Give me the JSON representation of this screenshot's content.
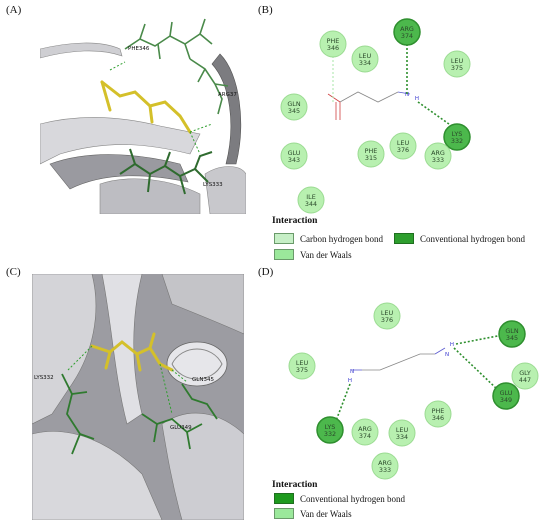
{
  "panels": {
    "A": {
      "label": "(A)",
      "residue_labels": [
        "PHE346",
        "ARG37",
        "LYS333"
      ]
    },
    "B": {
      "label": "(B)",
      "residues": [
        {
          "name": "PHE",
          "num": "346",
          "type": "vdw"
        },
        {
          "name": "ARG",
          "num": "374",
          "type": "conv"
        },
        {
          "name": "LEU",
          "num": "334",
          "type": "vdw"
        },
        {
          "name": "LEU",
          "num": "375",
          "type": "vdw"
        },
        {
          "name": "GLN",
          "num": "345",
          "type": "vdw"
        },
        {
          "name": "LYS",
          "num": "332",
          "type": "conv"
        },
        {
          "name": "LEU",
          "num": "376",
          "type": "vdw"
        },
        {
          "name": "GLU",
          "num": "343",
          "type": "vdw"
        },
        {
          "name": "PHE",
          "num": "315",
          "type": "vdw"
        },
        {
          "name": "ARG",
          "num": "333",
          "type": "vdw"
        },
        {
          "name": "ILE",
          "num": "344",
          "type": "vdw"
        }
      ],
      "atoms": {
        "n": "N",
        "h": "H"
      },
      "legend": {
        "title": "Interaction",
        "items": [
          {
            "label": "Carbon hydrogen bond",
            "color": "#c6efc6"
          },
          {
            "label": "Conventional hydrogen bond",
            "color": "#2e9e2e"
          },
          {
            "label": "Van der Waals",
            "color": "#9be89b"
          }
        ]
      }
    },
    "C": {
      "label": "(C)",
      "residue_labels": [
        "LYS332",
        "GLN345",
        "GLU349"
      ]
    },
    "D": {
      "label": "(D)",
      "residues": [
        {
          "name": "LEU",
          "num": "376",
          "type": "vdw"
        },
        {
          "name": "GLN",
          "num": "345",
          "type": "conv"
        },
        {
          "name": "LEU",
          "num": "375",
          "type": "vdw"
        },
        {
          "name": "GLY",
          "num": "447",
          "type": "vdw"
        },
        {
          "name": "GLU",
          "num": "349",
          "type": "conv"
        },
        {
          "name": "LYS",
          "num": "332",
          "type": "conv"
        },
        {
          "name": "ARG",
          "num": "374",
          "type": "vdw"
        },
        {
          "name": "LEU",
          "num": "334",
          "type": "vdw"
        },
        {
          "name": "PHE",
          "num": "346",
          "type": "vdw"
        },
        {
          "name": "ARG",
          "num": "333",
          "type": "vdw"
        }
      ],
      "atoms": {
        "n": "N",
        "h": "H"
      },
      "legend": {
        "title": "Interaction",
        "items": [
          {
            "label": "Conventional hydrogen bond",
            "color": "#2e9e2e"
          },
          {
            "label": "Van der Waals",
            "color": "#9be89b"
          }
        ]
      }
    }
  },
  "colors": {
    "vdw_fill": "#b8f0b0",
    "vdw_stroke": "#9bdb92",
    "conv_fill": "#4cb84c",
    "conv_stroke": "#2f8f2f",
    "ligand_yellow": "#d4c02a",
    "ribbon": "#c8c8cc",
    "stick_green": "#2f6b2f"
  }
}
